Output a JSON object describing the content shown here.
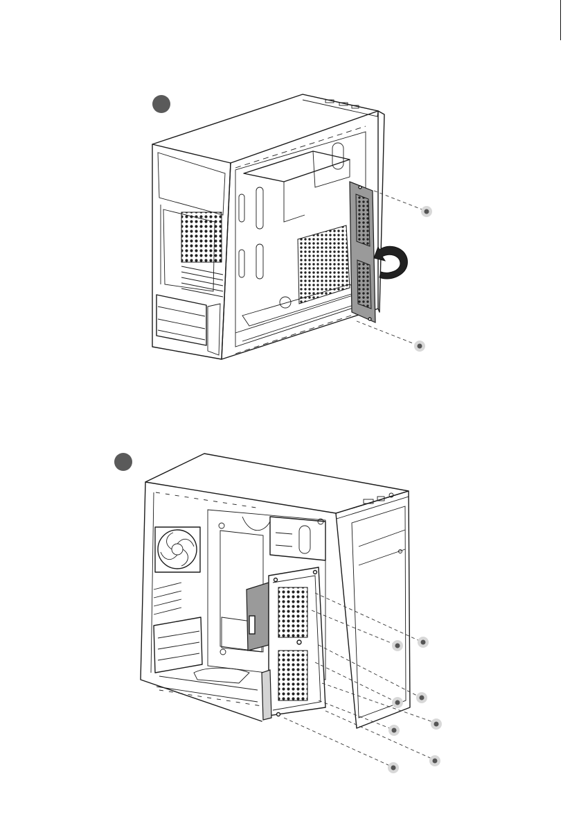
{
  "page": {
    "title": ""
  },
  "steps": [
    {
      "step_marker": "step-1-marker",
      "action": "rotate-side-panel",
      "screws": 2
    },
    {
      "step_marker": "step-2-marker",
      "action": "install-drive-bracket",
      "screws": 8
    }
  ],
  "colors": {
    "line": "#1a1a1a",
    "marker": "#5a5a5a",
    "panel_fill": "#9a9a9a",
    "screw_halo": "#d8d8d8"
  },
  "icons": [
    "rotate-arrow-icon",
    "screw-icon",
    "fan-icon",
    "mesh-grille-icon"
  ]
}
